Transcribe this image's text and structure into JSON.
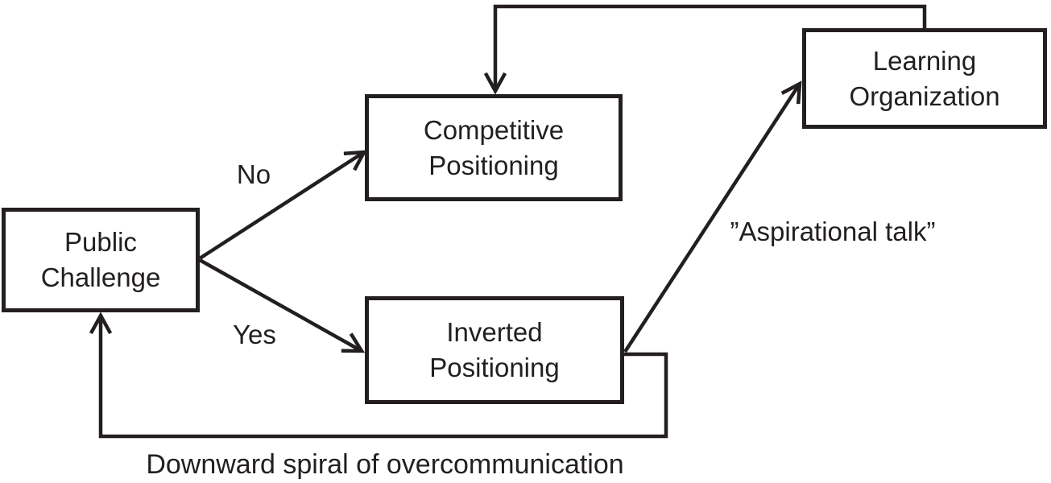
{
  "figure": {
    "background": "#ffffff",
    "ink": "#231f20",
    "nodes": {
      "public_challenge": {
        "line1": "Public",
        "line2": "Challenge"
      },
      "competitive_positioning": {
        "line1": "Competitive",
        "line2": "Positioning"
      },
      "inverted_positioning": {
        "line1": "Inverted",
        "line2": "Positioning"
      },
      "learning_organization": {
        "line1": "Learning",
        "line2": "Organization"
      }
    },
    "edge_labels": {
      "no": "No",
      "yes": "Yes",
      "aspirational_talk": "”Aspirational talk”",
      "downward_spiral": "Downward spiral of overcommunication"
    }
  }
}
